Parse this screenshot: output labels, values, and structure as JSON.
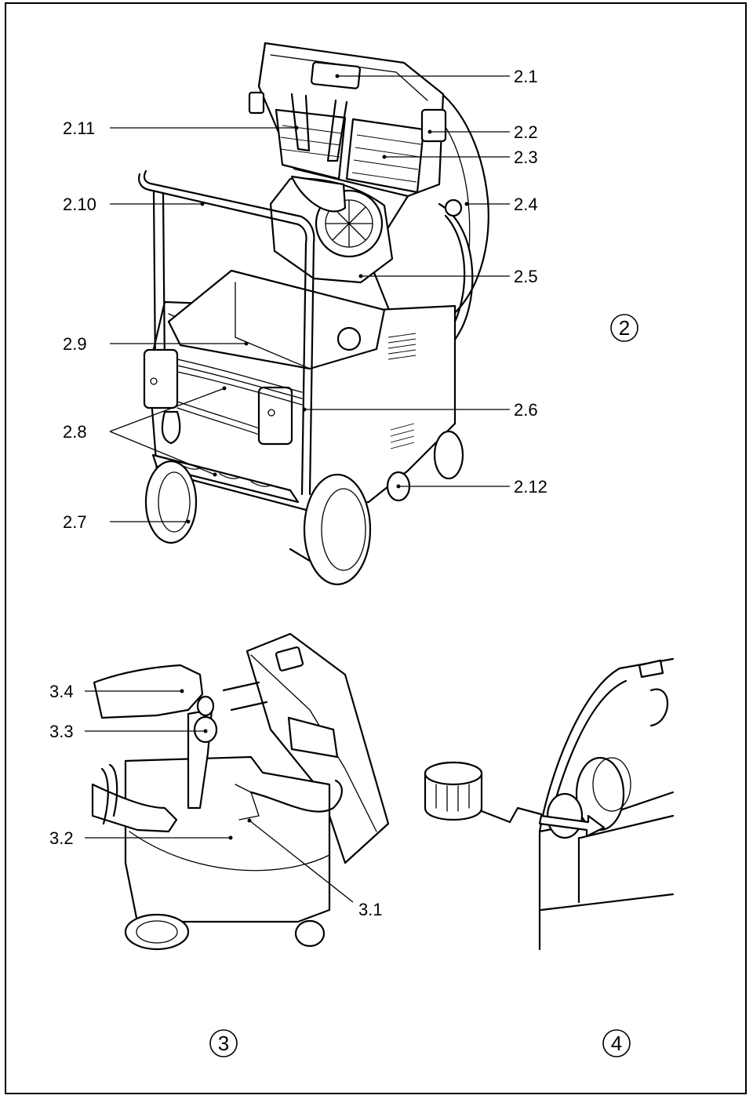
{
  "figure2": {
    "number": "2",
    "labels": {
      "l2_1": "2.1",
      "l2_2": "2.2",
      "l2_3": "2.3",
      "l2_4": "2.4",
      "l2_5": "2.5",
      "l2_6": "2.6",
      "l2_7": "2.7",
      "l2_8": "2.8",
      "l2_9": "2.9",
      "l2_10": "2.10",
      "l2_11": "2.11",
      "l2_12": "2.12"
    }
  },
  "figure3": {
    "number": "3",
    "labels": {
      "l3_1": "3.1",
      "l3_2": "3.2",
      "l3_3": "3.3",
      "l3_4": "3.4"
    }
  },
  "figure4": {
    "number": "4"
  }
}
